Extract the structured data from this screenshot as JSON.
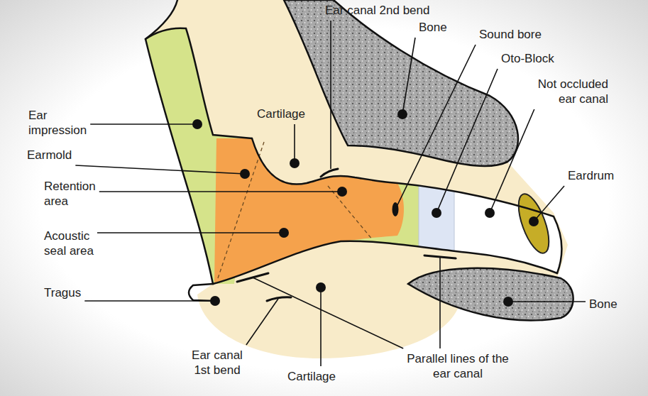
{
  "diagram": {
    "labels": [
      "Ear canal 2nd bend",
      "Bone",
      "Sound bore",
      "Oto-Block",
      "Ear impression",
      "Not occluded ear canal",
      "Cartilage",
      "Eardrum",
      "Earmold",
      "Retention area",
      "Acoustic seal area",
      "Tragus",
      "Bone",
      "Ear canal 1st bend",
      "Cartilage",
      "Parallel lines of the ear canal"
    ]
  }
}
